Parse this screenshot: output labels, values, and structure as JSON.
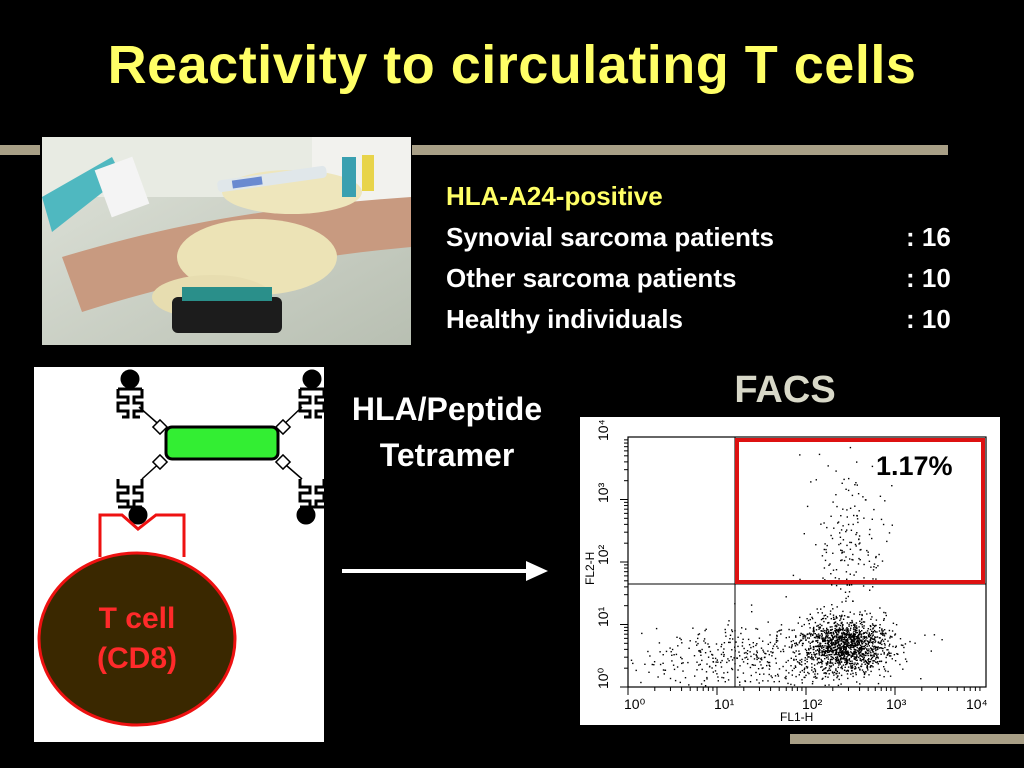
{
  "title": "Reactivity to circulating T cells",
  "info": {
    "heading": "HLA-A24-positive",
    "rows": [
      {
        "label": "Synovial sarcoma patients",
        "value": ": 16"
      },
      {
        "label": "Other sarcoma patients",
        "value": ": 10"
      },
      {
        "label": "Healthy individuals",
        "value": ": 10"
      }
    ]
  },
  "diagram": {
    "tcell_line1": "T cell",
    "tcell_line2": "(CD8)",
    "tetramer_line1": "HLA/Peptide",
    "tetramer_line2": "Tetramer"
  },
  "facs": {
    "heading": "FACS",
    "gate_percent": "1.17%",
    "x_axis_label": "FL1-H",
    "y_axis_label": "FL2-H",
    "ticks": [
      "10⁰",
      "10¹",
      "10²",
      "10³",
      "10⁴"
    ]
  },
  "colors": {
    "title": "#ffff66",
    "rule": "#a89f86",
    "gate": "#dd1111",
    "tcell_fill": "#3a2800",
    "tetramer_bar": "#33ee33"
  }
}
